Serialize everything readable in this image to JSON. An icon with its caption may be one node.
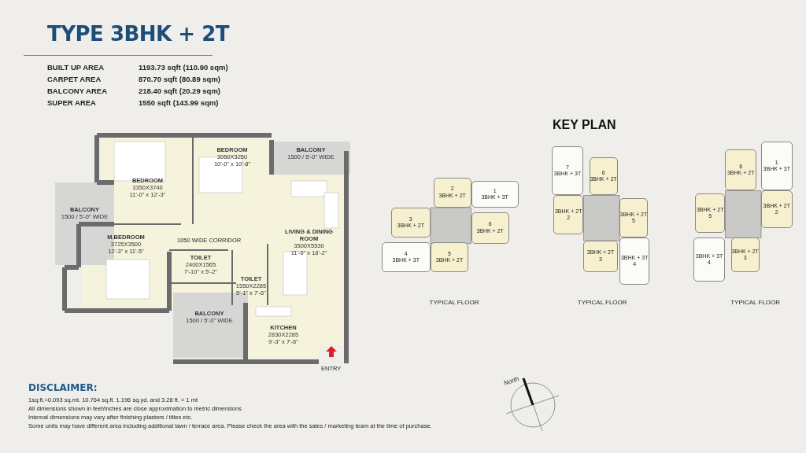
{
  "diagram": {
    "title": "TYPE 3BHK + 2T",
    "nodes": [
      {
        "text": [
          "BEDROOM",
          "3350X3740",
          "11'-0\" x 12'-3\""
        ]
      },
      {
        "text": [
          "BEDROOM",
          "3050X3250",
          "10'-0\" x 10'-8\""
        ]
      },
      {
        "text": [
          "BALCONY",
          "1500 / 5'-0\" WIDE"
        ]
      },
      {
        "text": [
          "BALCONY",
          "1500 / 5'-0\" WIDE"
        ]
      },
      {
        "text": [
          "M.BEDROOM",
          "3725X3500",
          "12'-3\" x 11'-5\""
        ]
      },
      {
        "text": [
          "LIVING & DINING ROOM",
          "3500X5530",
          "11'-6\" x 18'-2\""
        ]
      },
      {
        "text": [
          "TOILET",
          "2400X1565",
          "7'-10\" x 5'-2\""
        ]
      },
      {
        "text": [
          "TOILET",
          "1550X2285",
          "5'-1\" x 7'-6\""
        ]
      },
      {
        "text": [
          "BALCONY",
          "1500 / 5'-0\" WIDE"
        ]
      },
      {
        "text": [
          "KITCHEN",
          "2830X2285",
          "9'-3\" x 7'-6\""
        ]
      },
      {
        "text": [
          "2",
          "3BHK + 2T"
        ]
      },
      {
        "text": [
          "1",
          "3BHK + 3T"
        ]
      },
      {
        "text": [
          "3",
          "3BHK + 2T"
        ]
      },
      {
        "text": [
          "6",
          "3BHK + 2T"
        ]
      },
      {
        "text": [
          "4",
          "3BHK + 3T"
        ]
      },
      {
        "text": [
          "5",
          "3BHK + 2T"
        ]
      },
      {
        "text": [
          "7",
          "3BHK + 3T"
        ]
      },
      {
        "text": [
          "6",
          "3BHK + 2T"
        ]
      },
      {
        "text": [
          "3BHK + 2T",
          "2"
        ]
      },
      {
        "text": [
          "3BHK + 2T",
          "5"
        ]
      },
      {
        "text": [
          "3BHK + 2T",
          "3"
        ]
      },
      {
        "text": [
          "3BHK + 3T",
          "4"
        ]
      },
      {
        "text": [
          "6",
          "3BHK + 2T"
        ]
      },
      {
        "text": [
          "1",
          "3BHK + 3T"
        ]
      },
      {
        "text": [
          "3BHK + 2T",
          "5"
        ]
      },
      {
        "text": [
          "3BHK + 2T",
          "2"
        ]
      },
      {
        "text": [
          "3BHK + 3T",
          "4"
        ]
      },
      {
        "text": [
          "3BHK + 2T",
          "3"
        ]
      }
    ],
    "edges": [],
    "labels": [
      "BUILT UP AREA",
      "1193.73 sqft (110.90 sqm)",
      "CARPET AREA",
      "870.70 sqft (80.89 sqm)",
      "BALCONY AREA",
      "218.40 sqft (20.29 sqm)",
      "SUPER AREA",
      "1550 sqft (143.99 sqm)",
      "1050 WIDE CORRIDOR",
      "ENTRY",
      "KEY PLAN",
      "TYPICAL FLOOR",
      "TYPICAL FLOOR",
      "TYPICAL FLOOR",
      "DISCLAIMER:",
      "1sq.ft.=0.093 sq.mt. 10.764 sq.ft. 1.196 sq.yd. and 3.28 ft. = 1 mt",
      "All dimensions shown in feet/inches are close approximation to metric dimensions",
      "Internal dimensions may vary after finishing plasters / titles etc.",
      "Some units may have different area including additional lawn / terrace area. Please check the area with the sales / marketing team at the time of purchase.",
      "North"
    ]
  }
}
